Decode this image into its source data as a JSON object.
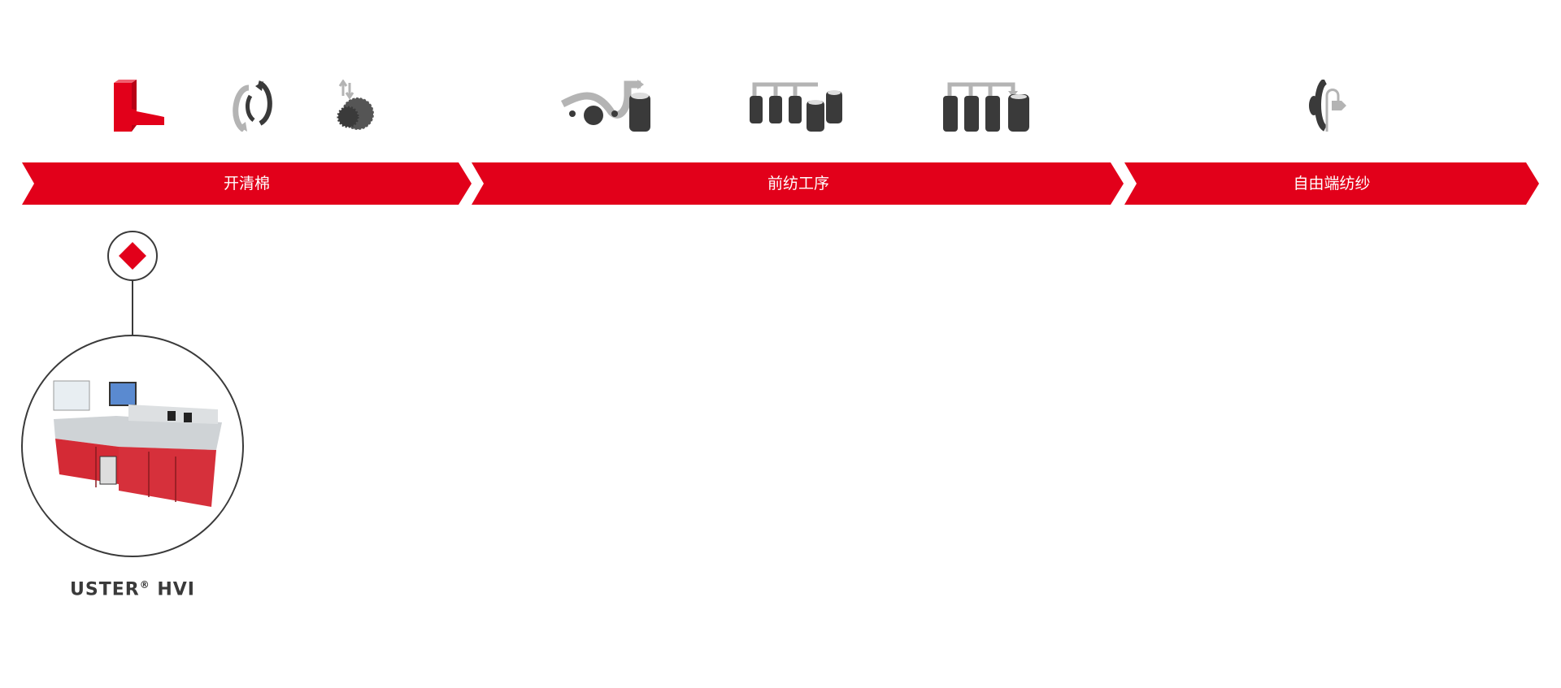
{
  "process_stages": [
    {
      "label": "开清棉",
      "icons": [
        "bale-opener-icon",
        "blending-rotation-icon",
        "carding-cylinder-icon"
      ]
    },
    {
      "label": "前纺工序",
      "icons": [
        "draw-frame-icon",
        "comber-sliver-cans-icon",
        "drawing-sliver-cans-icon"
      ]
    },
    {
      "label": "自由端纺纱",
      "icons": [
        "rotor-spinning-icon"
      ]
    }
  ],
  "product": {
    "name": "USTER",
    "registered": "®",
    "model": "HVI",
    "marker_icon": "diamond-icon"
  },
  "colors": {
    "accent": "#e2001a",
    "dark": "#3a3a3a",
    "gray": "#b4b4b4"
  }
}
